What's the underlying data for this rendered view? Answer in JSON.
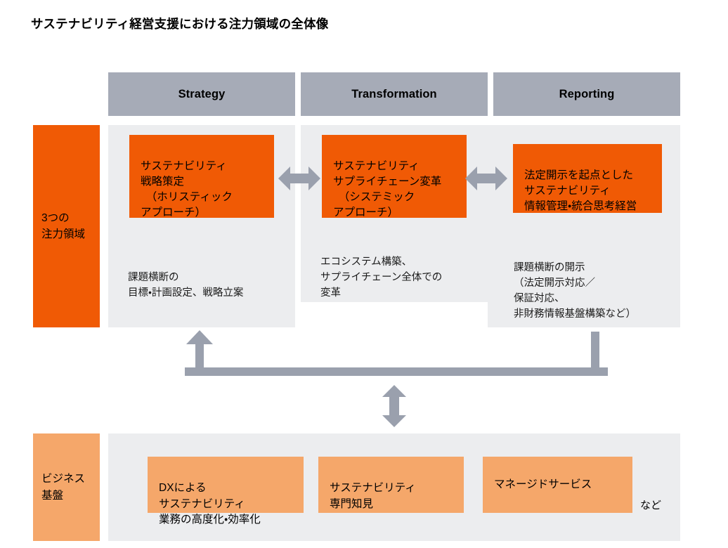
{
  "page": {
    "title": "サステナビリティ経営支援における注力領域の全体像",
    "accent_orange": "#f05a05",
    "accent_salmon": "#f5a76a",
    "header_gray": "#a6abb7",
    "panel_gray": "#ecedef",
    "arrow_gray": "#9aa0ad"
  },
  "rows": {
    "focus_areas": {
      "label": "3つの\n注力領域"
    },
    "business_base": {
      "label": "ビジネス\n基盤",
      "etc": "など"
    }
  },
  "columns": [
    {
      "header": "Strategy",
      "box": "サステナビリティ\n戦略策定\n　（ホリスティック\nアプローチ）",
      "caption": "課題横断の\n目標・計画設定、戦略立案"
    },
    {
      "header": "Transformation",
      "box": "サステナビリティ\nサプライチェーン変革\n　（システミック\nアプローチ）",
      "caption": "エコシステム構築、\nサプライチェーン全体での\n変革"
    },
    {
      "header": "Reporting",
      "box": "法定開示を起点とした\nサステナビリティ\n情報管理・統合思考経営",
      "caption": "課題横断の開示\n（法定開示対応／\n保証対応、\n非財務情報基盤構築など）"
    }
  ],
  "foundation_items": [
    {
      "label": "DXによる\nサステナビリティ\n業務の高度化・効率化"
    },
    {
      "label": "サステナビリティ\n専門知見"
    },
    {
      "label": "マネージドサービス"
    }
  ],
  "connectors": [
    {
      "name": "strategy-transformation-arrow",
      "kind": "double-horizontal"
    },
    {
      "name": "transformation-reporting-arrow",
      "kind": "double-horizontal"
    },
    {
      "name": "reporting-to-strategy-loop-arrow",
      "kind": "u-loop-up"
    },
    {
      "name": "focus-to-foundation-arrow",
      "kind": "double-vertical"
    }
  ]
}
